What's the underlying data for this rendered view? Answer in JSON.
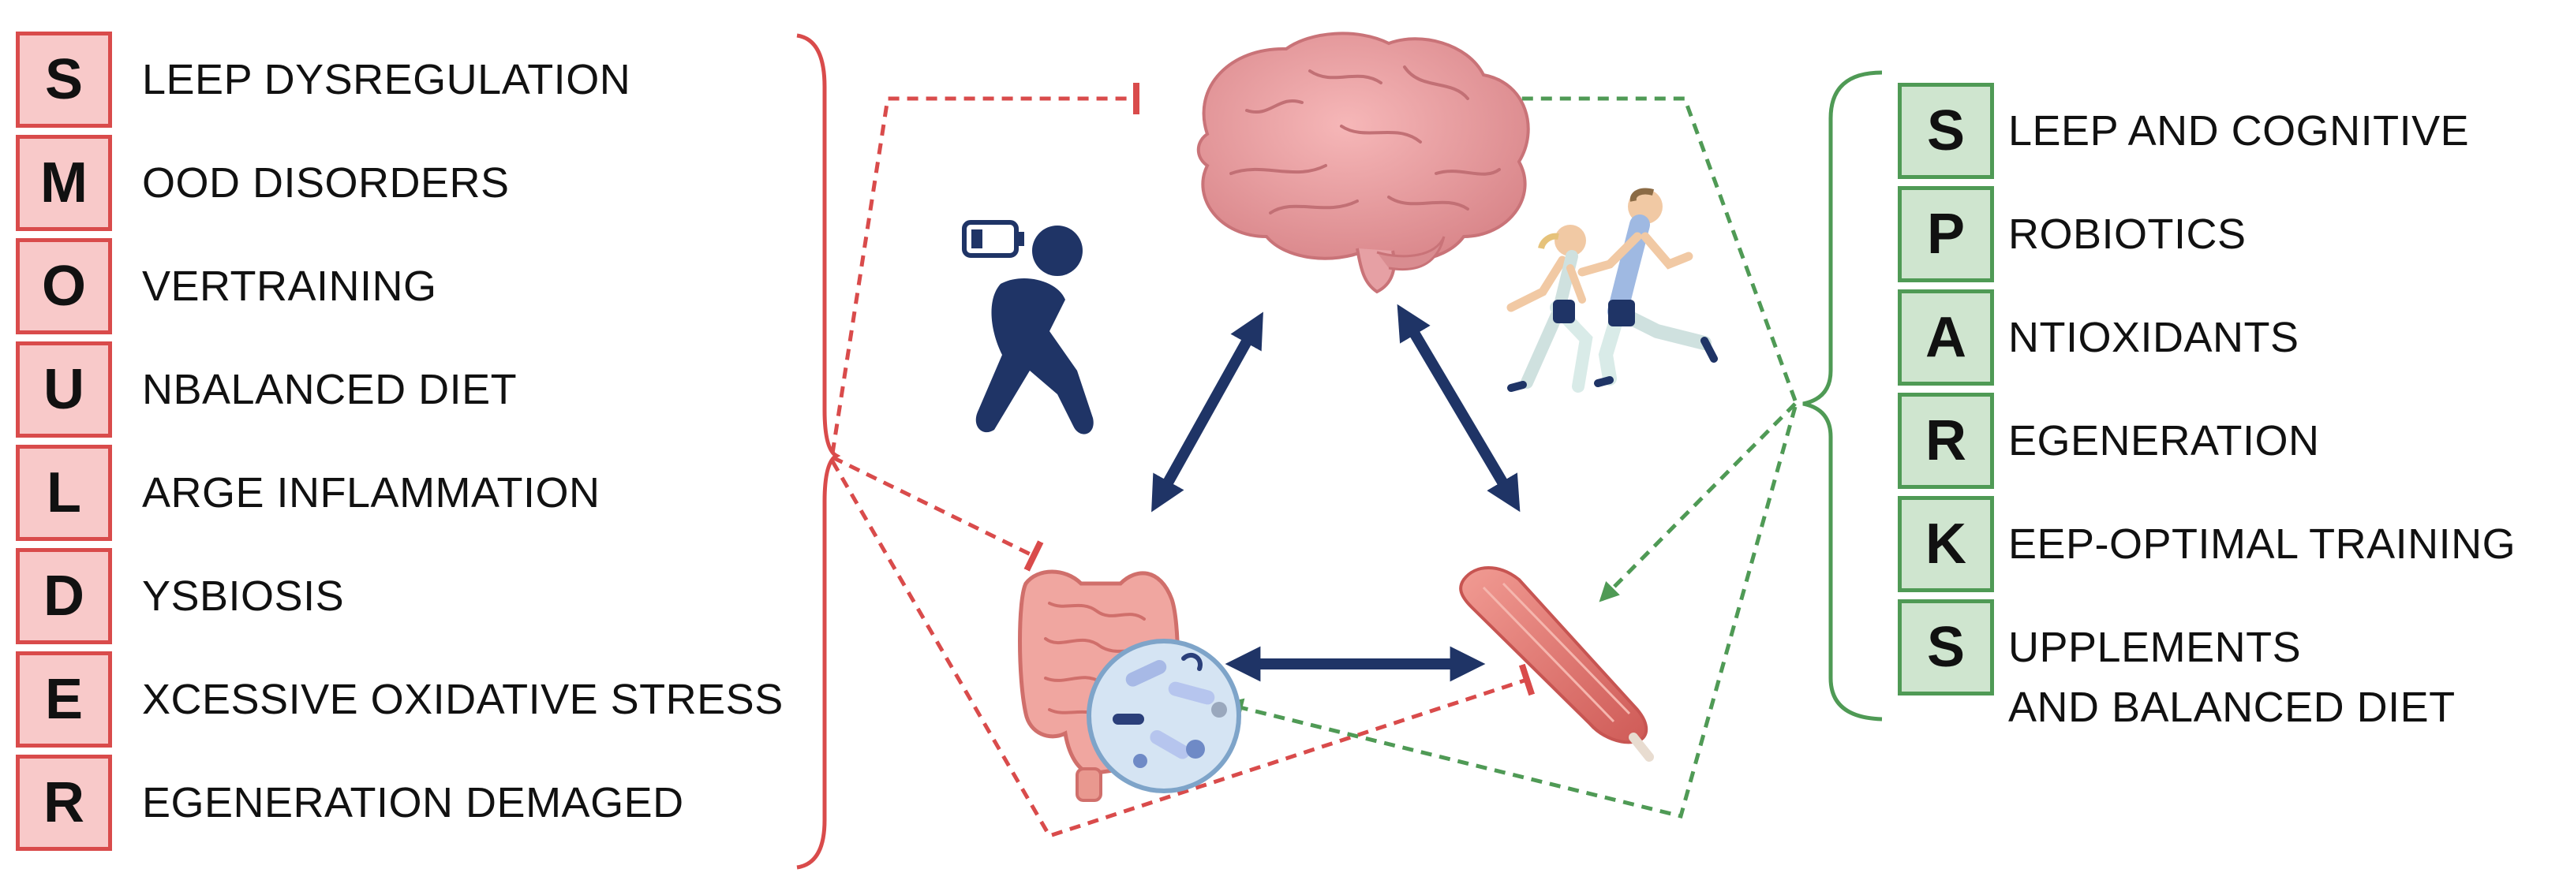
{
  "smoulder": {
    "letters": [
      "S",
      "M",
      "O",
      "U",
      "L",
      "D",
      "E",
      "R"
    ],
    "words": [
      "LEEP DYSREGULATION",
      "OOD DISORDERS",
      "VERTRAINING",
      "NBALANCED DIET",
      "ARGE INFLAMMATION",
      "YSBIOSIS",
      "XCESSIVE OXIDATIVE STRESS",
      "EGENERATION DEMAGED"
    ],
    "color": "#d94b4b",
    "fill": "#f8c9c9"
  },
  "sparks": {
    "letters": [
      "S",
      "P",
      "A",
      "R",
      "K",
      "S"
    ],
    "words": [
      "LEEP AND COGNITIVE",
      "ROBIOTICS",
      "NTIOXIDANTS",
      "EGENERATION",
      "EEP-OPTIMAL TRAINING",
      "UPPLEMENTS",
      "AND BALANCED DIET"
    ],
    "color": "#4f9a55",
    "fill": "#cfe5cf"
  },
  "icons": [
    "brain-icon",
    "gut-icon",
    "bacteria-icon",
    "muscle-icon",
    "tired-person-icon",
    "runners-icon",
    "low-battery-icon"
  ],
  "colors": {
    "arrow": "#1f3466",
    "inhibit": "#d94b4b",
    "promote": "#4f9a55"
  }
}
